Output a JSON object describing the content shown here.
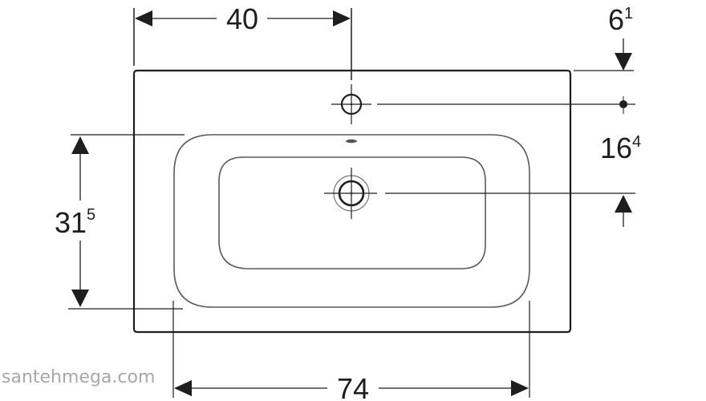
{
  "diagram": {
    "subject": "washbasin top view dimension drawing",
    "dimensions": {
      "tap_hole_offset": {
        "main": "40",
        "sup": ""
      },
      "top_to_tap_axis": {
        "main": "6",
        "sup": "1"
      },
      "tap_to_drain_axis": {
        "main": "16",
        "sup": "4"
      },
      "bowl_depth": {
        "main": "31",
        "sup": "5"
      },
      "bowl_width": {
        "main": "74",
        "sup": ""
      }
    },
    "elements": [
      "outer-rim",
      "bowl-outline",
      "inner-basin",
      "tap-hole",
      "overflow-slot",
      "drain"
    ],
    "colors": {
      "line": "#1e1e1e",
      "thin_line": "#5a5a5a",
      "watermark": "#a8a8a8"
    }
  },
  "watermark": {
    "text": "santehmega.com"
  }
}
